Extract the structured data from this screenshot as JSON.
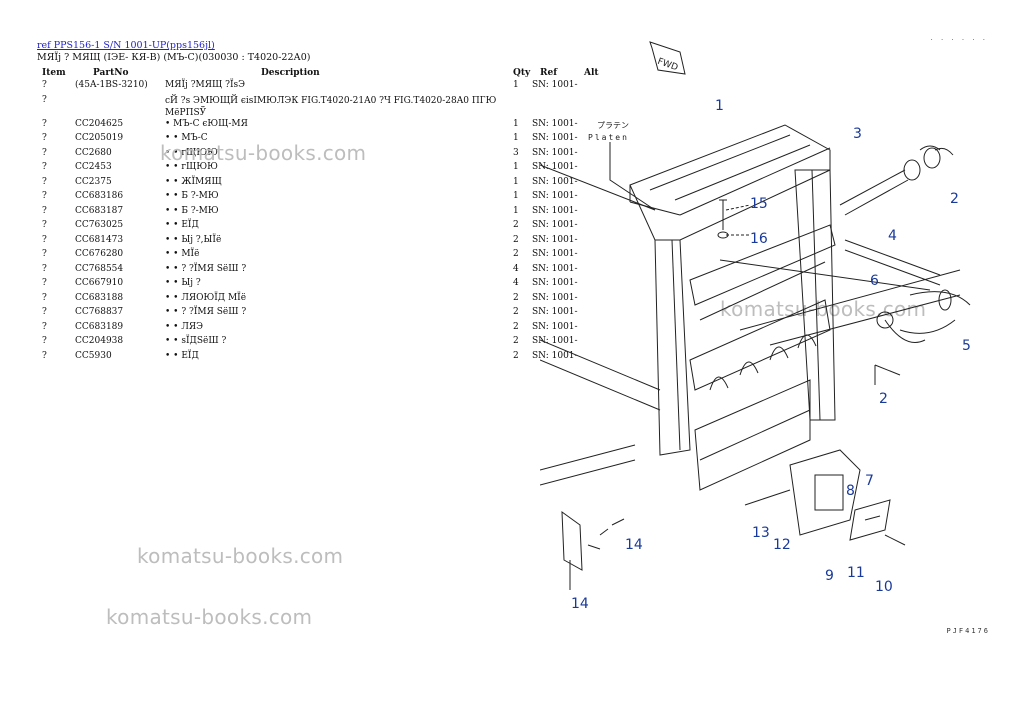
{
  "header": {
    "link_text": "ref PPS156-1 S/N 1001-UP(pps156jl)",
    "subtitle": "МЯЇј ? МЯЩ (IЭЕ- КЯ-В) (МЪ-С)(030030 : Т4020-22А0)"
  },
  "table": {
    "columns": [
      "Item",
      "PartNo",
      "Description",
      "Qty",
      "Ref",
      "Alt"
    ],
    "rows": [
      {
        "item": "?",
        "part": "(45A-1BS-3210)",
        "desc": "МЯЇј ?МЯЩ ?ЇsЭ",
        "qty": "1",
        "ref": "SN: 1001-"
      },
      {
        "item": "?",
        "part": "",
        "desc": "сЙ ?s ЭМЮЩЙ єisIМЮЛЭК FIG.T4020-21A0 ?Ч FIG.T4020-28A0 ПГЮ МёРПSЎ",
        "qty": "",
        "ref": ""
      },
      {
        "item": "?",
        "part": "CC204625",
        "desc": "• МЪ-С єЮЩ-МЯ",
        "qty": "1",
        "ref": "SN: 1001-"
      },
      {
        "item": "?",
        "part": "CC205019",
        "desc": "• • МЪ-С",
        "qty": "1",
        "ref": "SN: 1001-"
      },
      {
        "item": "?",
        "part": "CC2680",
        "desc": "• • гЩЮЮ",
        "qty": "3",
        "ref": "SN: 1001-"
      },
      {
        "item": "?",
        "part": "CC2453",
        "desc": "• • гЩЮЮ",
        "qty": "1",
        "ref": "SN: 1001-"
      },
      {
        "item": "?",
        "part": "CC2375",
        "desc": "• • ЖЇМЯЩ",
        "qty": "1",
        "ref": "SN: 1001-"
      },
      {
        "item": "?",
        "part": "CC683186",
        "desc": "• • Б ?-МЮ",
        "qty": "1",
        "ref": "SN: 1001-"
      },
      {
        "item": "?",
        "part": "CC683187",
        "desc": "• • Б ?-МЮ",
        "qty": "1",
        "ref": "SN: 1001-"
      },
      {
        "item": "?",
        "part": "CC763025",
        "desc": "• • ЕЇД",
        "qty": "2",
        "ref": "SN: 1001-"
      },
      {
        "item": "?",
        "part": "CC681473",
        "desc": "• • Ыј ?,ЫЇё",
        "qty": "2",
        "ref": "SN: 1001-"
      },
      {
        "item": "?",
        "part": "CC676280",
        "desc": "• • МЇё",
        "qty": "2",
        "ref": "SN: 1001-"
      },
      {
        "item": "?",
        "part": "CC768554",
        "desc": "• • ? ?ЇМЯ SёШ ?",
        "qty": "4",
        "ref": "SN: 1001-"
      },
      {
        "item": "?",
        "part": "CC667910",
        "desc": "• • Ыј ?",
        "qty": "4",
        "ref": "SN: 1001-"
      },
      {
        "item": "?",
        "part": "CC683188",
        "desc": "• • ЛЯОЮЇД МЇё",
        "qty": "2",
        "ref": "SN: 1001-"
      },
      {
        "item": "?",
        "part": "CC768837",
        "desc": "• • ? ?ЇМЯ SёШ ?",
        "qty": "2",
        "ref": "SN: 1001-"
      },
      {
        "item": "?",
        "part": "CC683189",
        "desc": "• • ЛЯЭ",
        "qty": "2",
        "ref": "SN: 1001-"
      },
      {
        "item": "?",
        "part": "CC204938",
        "desc": "• • sЇДSёШ ?",
        "qty": "2",
        "ref": "SN: 1001-"
      },
      {
        "item": "?",
        "part": "CC5930",
        "desc": "• • ЕЇД",
        "qty": "2",
        "ref": "SN: 1001-"
      }
    ]
  },
  "watermark": "komatsu-books.com",
  "diagram": {
    "fwd_label": "FWD",
    "plate_label_jp": "プラテン",
    "plate_label_en": "Platen",
    "drawing_code": "PJF4176",
    "top_marks": ". . . . . .",
    "callouts": [
      "1",
      "2",
      "2",
      "3",
      "4",
      "5",
      "6",
      "7",
      "8",
      "9",
      "10",
      "11",
      "12",
      "13",
      "14",
      "14",
      "15",
      "16"
    ],
    "callout_color": "#1a3a9a"
  }
}
